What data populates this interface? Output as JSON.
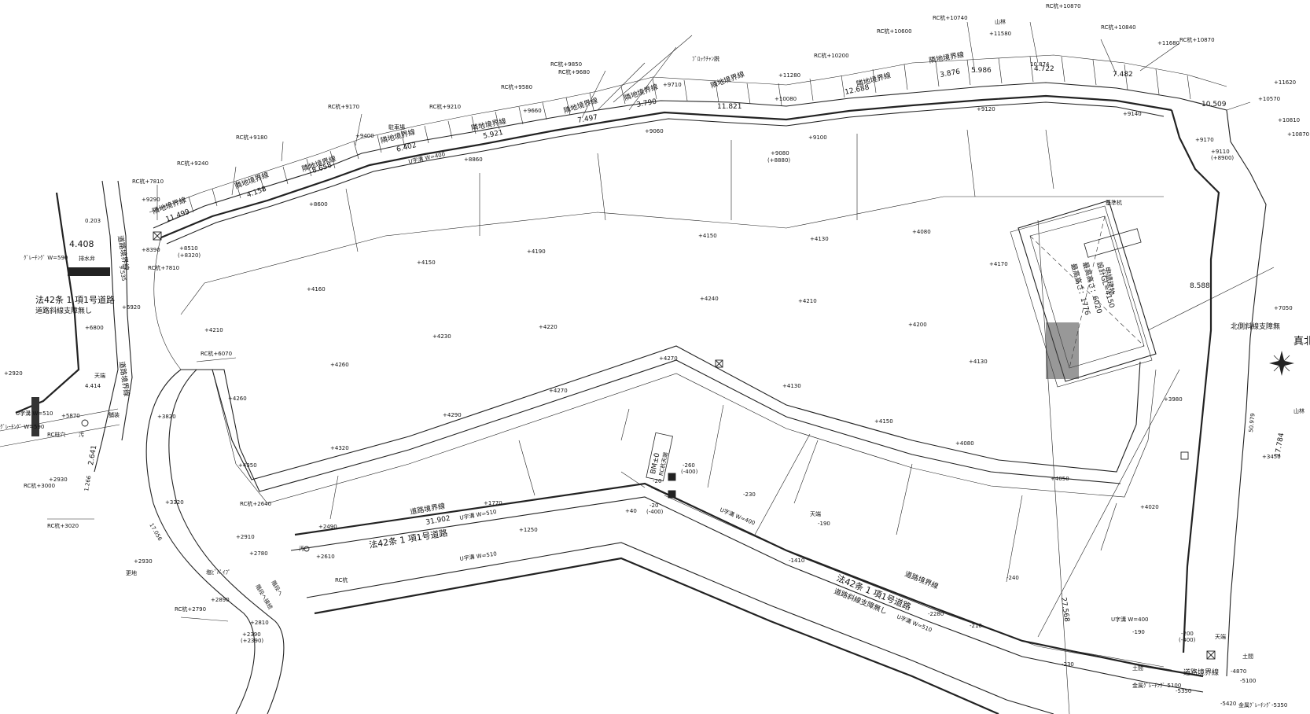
{
  "labels": {
    "rc_9850": "RC杭+9850",
    "rc_9580": "RC杭+9580",
    "rc_9680": "RC杭+9680",
    "rc_9170": "RC杭+9170",
    "rc_9210": "RC杭+9210",
    "rc_9180": "RC杭+9180",
    "rc_9240": "RC杭+9240",
    "rc_7810a": "RC杭+7810",
    "rc_7810b": "RC杭+7810",
    "rc_10200": "RC杭+10200",
    "rc_10600": "RC杭+10600",
    "rc_10740": "RC杭+10740",
    "rc_10870a": "RC杭+10870",
    "rc_10840": "RC杭+10840",
    "rc_10870b": "RC杭+10870",
    "rc_6070": "RC杭+6070",
    "rc_2640": "RC杭+2640",
    "rc_3000": "RC杭+3000",
    "rc_3020": "RC杭+3020",
    "rc_2790": "RC杭+2790",
    "rc_kui": "RC杭",
    "rc_chushin": "RC柱穴",
    "parking": "駐車場",
    "block": "ﾌﾞﾛｯｸﾁｬﾝ脱",
    "sanrin1": "山林",
    "sanrin2": "山林",
    "rinchi1": "隣地境界線",
    "rinchi2": "隣地境界線",
    "rinchi3": "隣地境界線",
    "rinchi4": "隣地境界線",
    "rinchi5": "隣地境界線",
    "rinchi6": "隣地境界線",
    "rinchi7": "隣地境界線",
    "rinchi8": "隣地境界線",
    "rinchi9": "隣地境界線",
    "rinchi10": "隣地境界線",
    "douro1": "道路境界線",
    "douro2": "道路境界線",
    "douro3": "道路境界線",
    "douro4": "道路境界線",
    "douro5": "道路境界線",
    "hou42_top": "法42条 1 項1号道路",
    "hou42_top2": "道路斜線支障無し",
    "hou42_mid": "法42条 1 項1号道路",
    "hou42_bot": "法42条 1 項1号道路",
    "hou42_bot2": "道路斜線支障無し",
    "north_shasen": "北側斜線支障無",
    "shinboku": "真北",
    "haisui": "排水弁",
    "graitin": "ｸﾞﾚｰﾁﾝｸﾞ W=590",
    "graitin2": "ｸﾞﾚｰﾁﾝｸﾞ W=590",
    "u510a": "U字溝 W=510",
    "u510b": "U字溝 W=510",
    "u510c": "U字溝 W=510",
    "u510d": "U字溝 W=510",
    "u400a": "U字溝 W=400",
    "u400b": "U字溝 W=400",
    "u400c": "U字溝 W=400",
    "dim_4408": "4.408",
    "dim_0203": "0.203",
    "dim_11499": "11.499",
    "dim_4158": "4.158",
    "dim_8658": "8.658",
    "dim_6402": "6.402",
    "dim_5921": "5.921",
    "dim_7497": "7.497",
    "dim_3790": "3.790",
    "dim_11821": "11.821",
    "dim_12688": "12.688",
    "dim_3876": "3.876",
    "dim_5986": "5.986",
    "dim_4722": "4.722",
    "dim_7482": "7.482",
    "dim_10509": "10.509",
    "dim_10874": "10.874",
    "dim_8588": "8.588",
    "dim_17784": "17.784",
    "dim_27568": "27.568",
    "dim_31902": "31.902",
    "dim_2641": "2.641",
    "dim_1266": "1.266",
    "dim_17056": "17.056",
    "dim_4414": "4.414",
    "dim_50979": "50.979",
    "dim_9535": "9.535",
    "bench": "BM±0",
    "bench2": "RC杭天端",
    "kijun": "基準杭",
    "yochi": "申請建物",
    "takasa1": "最高高さ：6020",
    "takasa2": "最高高さ：1776",
    "gl": "設計GL=4150",
    "e_4150a": "+4150",
    "e_4190": "+4190",
    "e_4150b": "+4150",
    "e_4130a": "+4130",
    "e_4080": "+4080",
    "e_4170": "+4170",
    "e_4160": "+4160",
    "e_4240": "+4240",
    "e_4210a": "+4210",
    "e_4200": "+4200",
    "e_4210b": "+4210",
    "e_4230": "+4230",
    "e_4220": "+4220",
    "e_4260a": "+4260",
    "e_4270a": "+4270",
    "e_4130b": "+4130",
    "e_4130c": "+4130",
    "e_4270b": "+4270",
    "e_4260b": "+4260",
    "e_4290": "+4290",
    "e_4150c": "+4150",
    "e_4080b": "+4080",
    "e_4320": "+4320",
    "e_4350": "+4350",
    "e_4050": "+4050",
    "e_4020": "+4020",
    "e_3820": "+3820",
    "e_3320": "+3320",
    "e_2910": "+2910",
    "e_2780": "+2780",
    "e_2610": "+2610",
    "e_2490": "+2490",
    "e_1770": "+1770",
    "e_1250": "+1250",
    "e_2930a": "+2930",
    "e_2930b": "+2930",
    "e_2920": "+2920",
    "e_5870": "+5870",
    "e_6800": "+6800",
    "e_6920": "+6920",
    "e_8390": "+8390",
    "e_8600": "+8600",
    "e_8510": "+8510",
    "e_8320": "(+8320)",
    "e_9290": "+9290",
    "e_9400": "+9400",
    "e_8860": "+8860",
    "e_9060": "+9060",
    "e_9080": "+9080",
    "e_8880": "(+8880)",
    "e_9100": "+9100",
    "e_9120": "+9120",
    "e_9140": "+9140",
    "e_9170": "+9170",
    "e_9110": "+9110",
    "e_8900": "(+8900)",
    "e_9660": "+9660",
    "e_9710": "+9710",
    "e_10080": "+10080",
    "e_11280": "+11280",
    "e_11580": "+11580",
    "e_11680": "+11680",
    "e_11620": "+11620",
    "e_10570": "+10570",
    "e_10810": "+10810",
    "e_10870": "+10870",
    "e_7050": "+7050",
    "e_3980": "+3980",
    "e_3450": "+3450",
    "e_n260": "-260",
    "e_n400": "(-400)",
    "e_n20": "-20",
    "e_40": "+40",
    "e_n20b": "-20",
    "e_n400b": "(-400)",
    "e_n230": "-230",
    "e_n190": "-190",
    "e_n1410": "-1410",
    "e_n240": "-240",
    "e_n2280": "-2280",
    "e_n210": "-210",
    "e_n230b": "-230",
    "e_n190b": "-190",
    "e_n200": "-200",
    "e_n400c": "(-400)",
    "e_n4870": "-4870",
    "e_n5350": "-5350",
    "e_n5420": "-5420",
    "e_n5100": "-5100",
    "e_2890": "+2890",
    "e_2810": "+2810",
    "e_2390": "+2390",
    "e_2390b": "(+2390)",
    "tenba": "天端",
    "tenba2": "天端",
    "tenba3": "天端",
    "kinzoku1": "金属ｸﾞﾚｰﾁﾝｸﾞ-5100",
    "kinzoku2": "金属ｸﾞﾚｰﾁﾝｸﾞ-5350",
    "odai": "土間",
    "odai2": "土間",
    "kou": "汚",
    "kou2": "汚",
    "sara": "更地",
    "hosou": "舗装",
    "pipe": "塩ﾋﾞﾊﾟｲﾌﾟ",
    "kaidan": "階段へ",
    "hasen": "階段へ接続"
  }
}
